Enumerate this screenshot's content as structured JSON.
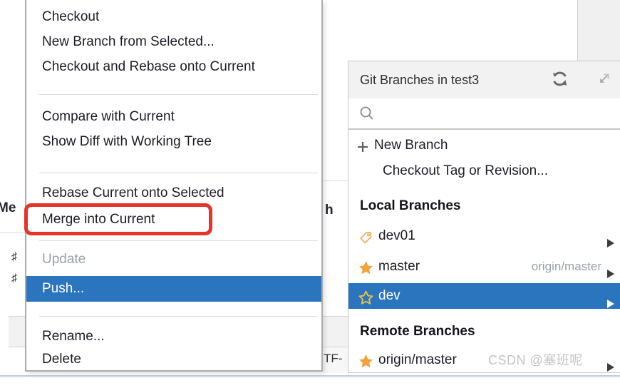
{
  "colors": {
    "selection_blue": "#2b74be",
    "annotation_red": "#e5352b",
    "star_gold": "#f2a33c"
  },
  "context_menu": {
    "items": [
      {
        "label": "Checkout"
      },
      {
        "label": "New Branch from Selected..."
      },
      {
        "label": "Checkout and Rebase onto Current"
      },
      {
        "label": "Compare with Current"
      },
      {
        "label": "Show Diff with Working Tree"
      },
      {
        "label": "Rebase Current onto Selected"
      },
      {
        "label": "Merge into Current"
      },
      {
        "label": "Update"
      },
      {
        "label": "Push..."
      },
      {
        "label": "Rename..."
      },
      {
        "label": "Delete"
      }
    ]
  },
  "branches_popup": {
    "title": "Git Branches in test3",
    "actions": {
      "new_branch": "New Branch",
      "checkout_tag": "Checkout Tag or Revision..."
    },
    "sections": [
      {
        "header": "Local Branches",
        "branches": [
          {
            "name": "dev01",
            "icon": "tag-icon",
            "tracking": ""
          },
          {
            "name": "master",
            "icon": "star-filled-icon",
            "tracking": "origin/master"
          },
          {
            "name": "dev",
            "icon": "star-outline-icon",
            "tracking": "",
            "selected": true
          }
        ]
      },
      {
        "header": "Remote Branches",
        "branches": [
          {
            "name": "origin/master",
            "icon": "star-filled-icon",
            "tracking": ""
          }
        ]
      }
    ]
  },
  "background": {
    "left_text": "Me",
    "sharp_1": "♯",
    "sharp_2": "♯",
    "right_text": "h",
    "status_text": "TF-"
  },
  "watermark": "CSDN @塞班呢"
}
